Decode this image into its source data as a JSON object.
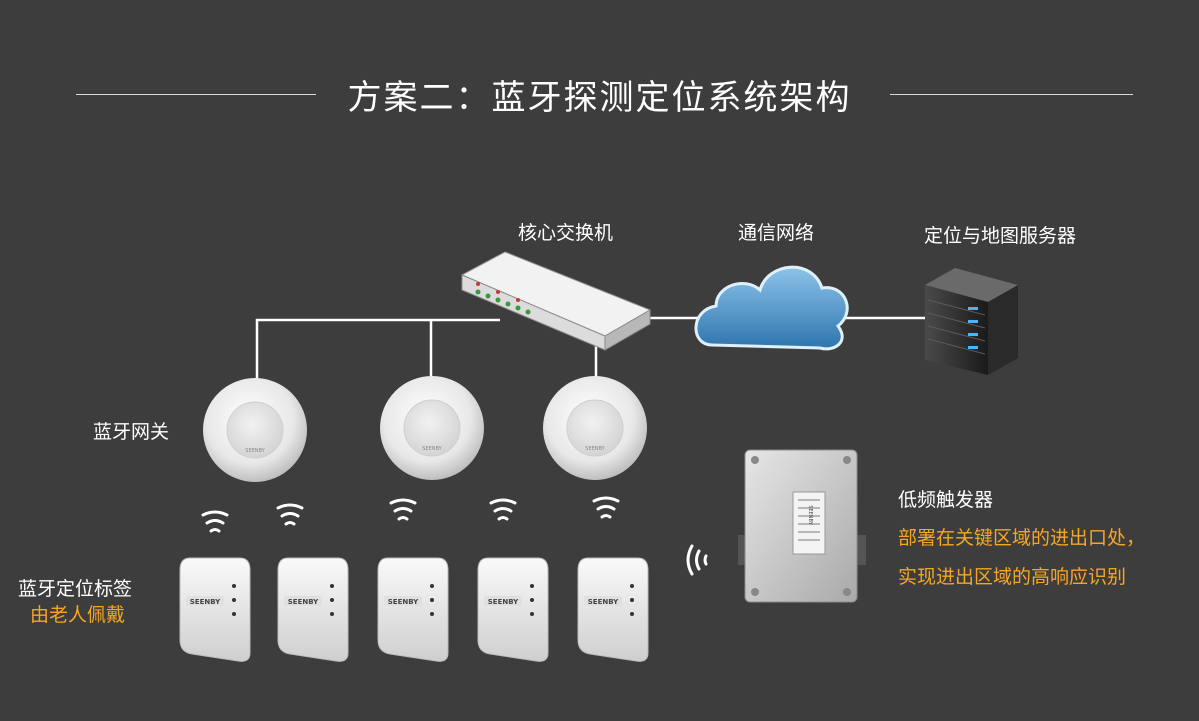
{
  "title": "方案二：蓝牙探测定位系统架构",
  "labels": {
    "switch": "核心交换机",
    "network": "通信网络",
    "server": "定位与地图服务器",
    "gateway": "蓝牙网关",
    "tag_title": "蓝牙定位标签",
    "tag_note": "由老人佩戴",
    "trigger_title": "低频触发器",
    "trigger_desc_line1": "部署在关键区域的进出口处，",
    "trigger_desc_line2": "实现进出区域的高响应识别"
  },
  "device_brand": "SEENBY",
  "colors": {
    "background": "#3d3d3d",
    "accent": "#f5a623",
    "line": "#ffffff",
    "cloud": "#4a8fc4"
  }
}
